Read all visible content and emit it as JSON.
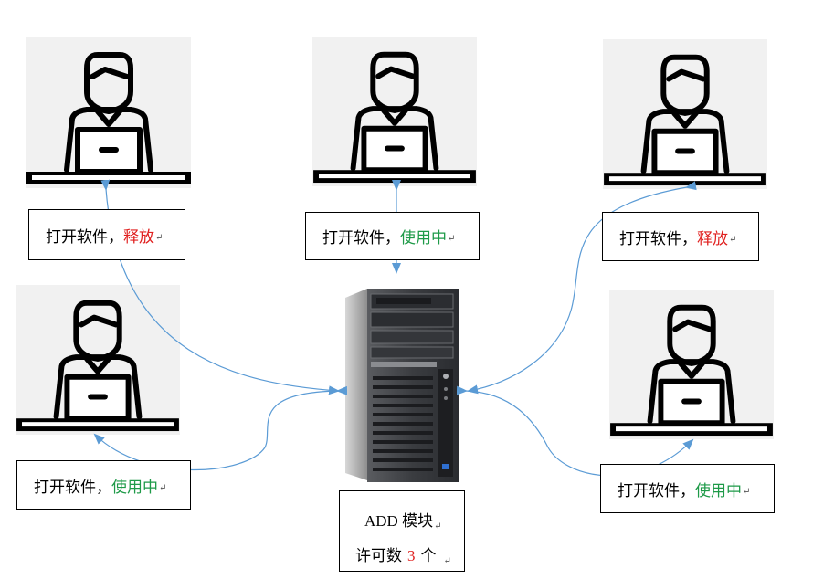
{
  "users": [
    {
      "id": "top-left",
      "prefix": "打开软件，",
      "status": "释放",
      "status_color": "#e0201f"
    },
    {
      "id": "top-center",
      "prefix": "打开软件，",
      "status": "使用中",
      "status_color": "#1e9a48"
    },
    {
      "id": "top-right",
      "prefix": "打开软件，",
      "status": "释放",
      "status_color": "#e0201f"
    },
    {
      "id": "mid-left",
      "prefix": "打开软件，",
      "status": "使用中",
      "status_color": "#1e9a48"
    },
    {
      "id": "mid-right",
      "prefix": "打开软件，",
      "status": "使用中",
      "status_color": "#1e9a48"
    }
  ],
  "module": {
    "title": "ADD 模块",
    "license_prefix": "许可数",
    "license_count": "3",
    "license_suffix": "个"
  },
  "icons": {
    "user": "user-at-laptop-icon",
    "server": "tower-server-icon",
    "paragraph_mark": "↵"
  },
  "colors": {
    "arrow": "#5b9bd5",
    "released": "#e0201f",
    "in_use": "#1e9a48"
  }
}
